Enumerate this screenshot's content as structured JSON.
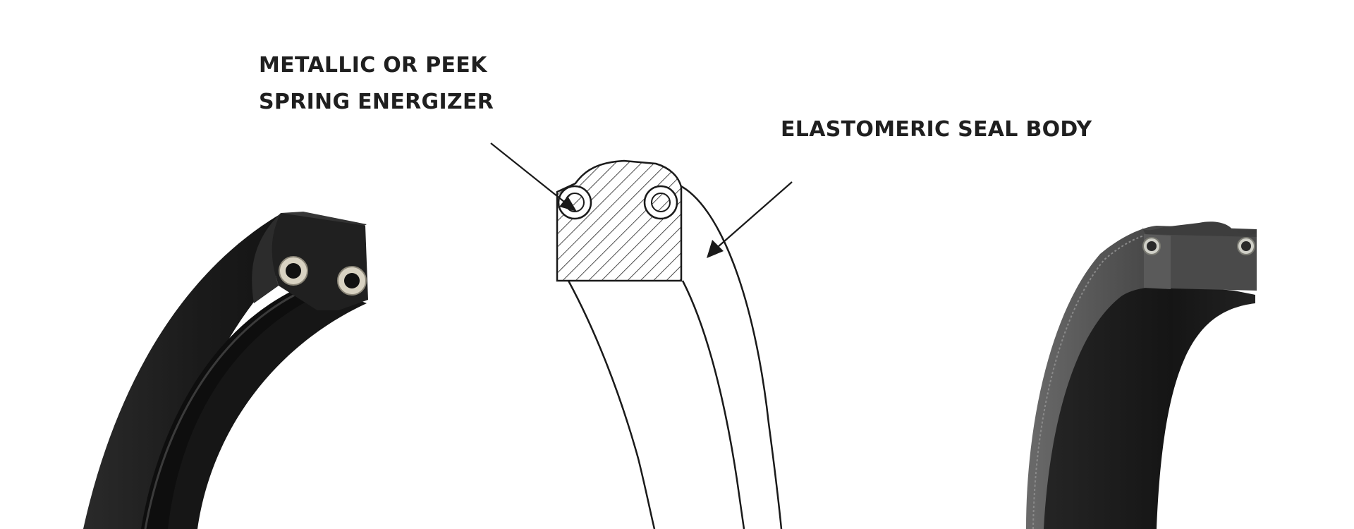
{
  "labels": {
    "energizer_line1": "METALLIC OR PEEK",
    "energizer_line2": "SPRING ENERGIZER",
    "seal_body": "ELASTOMERIC SEAL BODY"
  },
  "colors": {
    "background": "#ffffff",
    "label_text": "#1f1f1f",
    "drawing_line": "#1a1a1a",
    "left_seal_body": "#1c1c1c",
    "right_seal_body": "#2b2b2b",
    "spring_ring": "#d8d2c2"
  },
  "icons": {
    "left": "photo-seal-segment-black",
    "center": "cross-section-line-drawing",
    "right": "photo-seal-segment-gray"
  }
}
